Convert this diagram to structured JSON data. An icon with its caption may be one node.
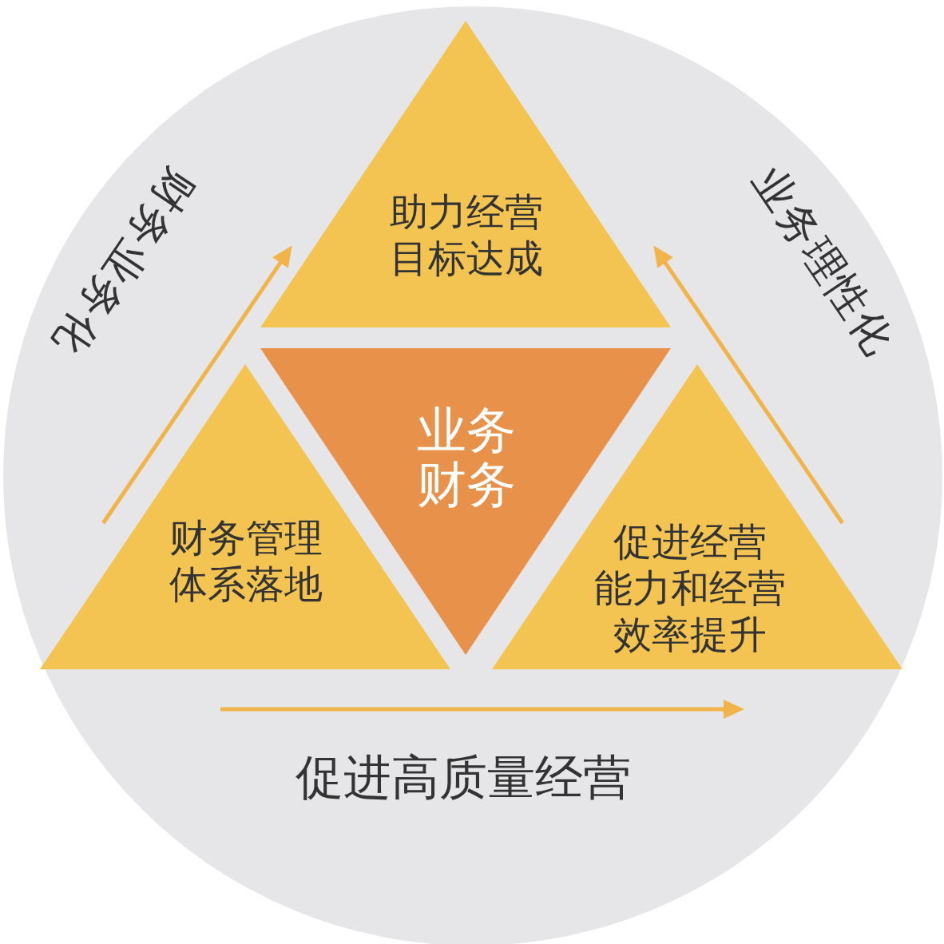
{
  "diagram": {
    "nodes": [
      {
        "text": [
          "助力经营目标达成"
        ]
      },
      {
        "text": [
          "业务财务"
        ]
      },
      {
        "text": [
          "财务管理体系落地"
        ]
      },
      {
        "text": [
          "促进经营能力和经营效率提升"
        ]
      }
    ],
    "labels": [
      "财务业务化",
      "业务理性化",
      "促进高质量经营"
    ]
  }
}
